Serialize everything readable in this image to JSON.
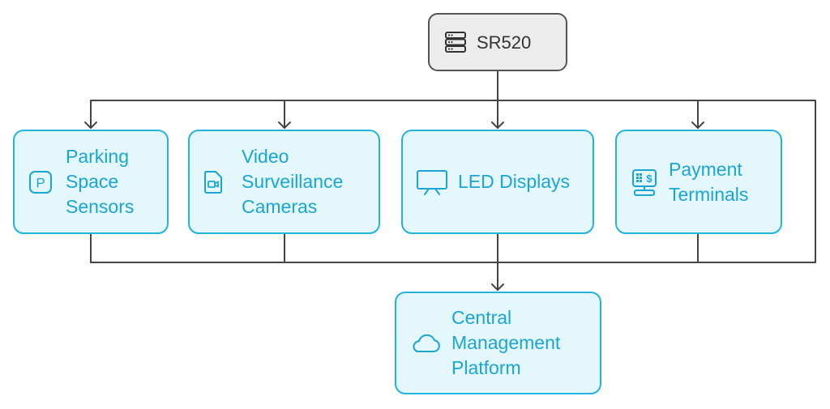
{
  "colors": {
    "accent": "#23b3dd",
    "accent_text": "#1aa6d4",
    "node_fill": "#e4f7fd",
    "root_fill": "#ececec",
    "root_border": "#555555",
    "connector": "#444444"
  },
  "root": {
    "label": "SR520",
    "icon": "server-rack-icon"
  },
  "devices": [
    {
      "id": "parking-space-sensors",
      "label_lines": [
        "Parking",
        "Space",
        "Sensors"
      ],
      "icon": "parking-sign-icon"
    },
    {
      "id": "video-surveillance-cameras",
      "label_lines": [
        "Video",
        "Surveillance",
        "Cameras"
      ],
      "icon": "video-camera-icon"
    },
    {
      "id": "led-displays",
      "label_lines": [
        "LED Displays"
      ],
      "icon": "display-screen-icon"
    },
    {
      "id": "payment-terminals",
      "label_lines": [
        "Payment",
        "Terminals"
      ],
      "icon": "payment-terminal-icon"
    }
  ],
  "sink": {
    "label_lines": [
      "Central",
      "Management",
      "Platform"
    ],
    "icon": "cloud-icon"
  }
}
